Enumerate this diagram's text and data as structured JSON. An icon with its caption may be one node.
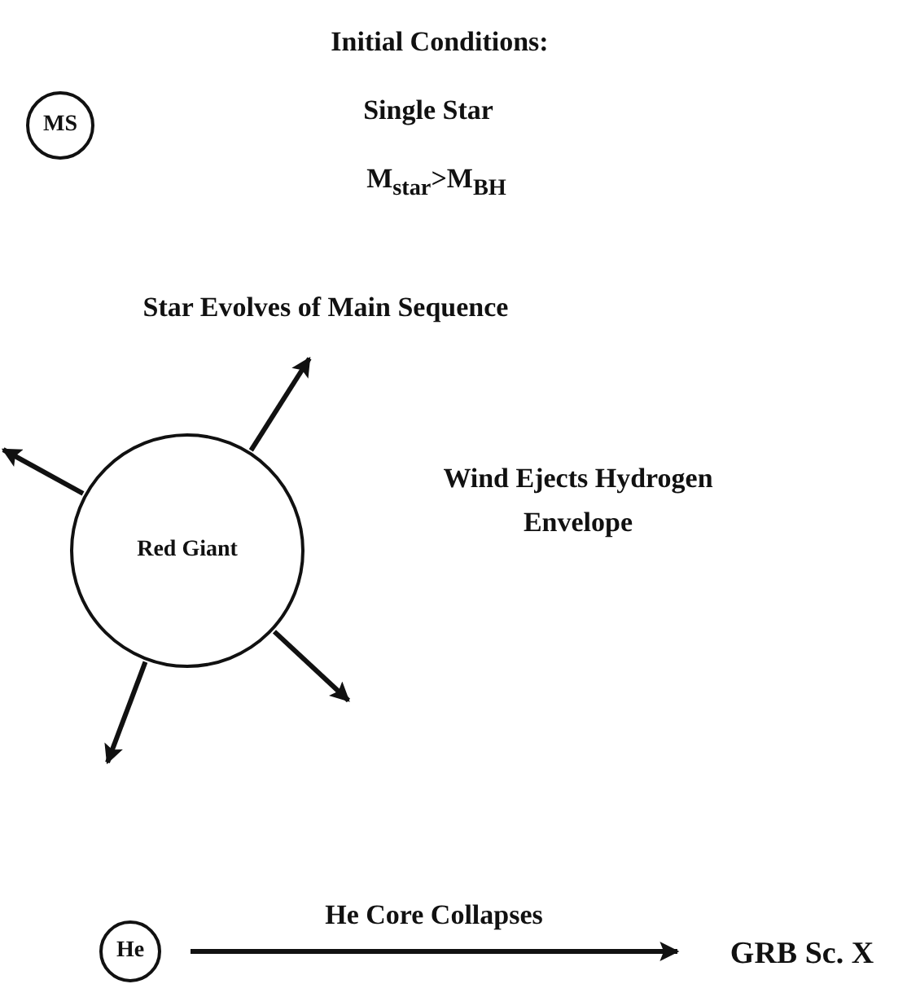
{
  "diagram": {
    "nodes": [
      {
        "text": [
          "MS"
        ]
      },
      {
        "text": [
          "Red Giant"
        ]
      },
      {
        "text": [
          "He"
        ]
      },
      {
        "text": [
          "GRB Sc. X"
        ]
      }
    ],
    "edges": [
      {
        "from": 1,
        "to": null,
        "arrow": "to"
      },
      {
        "from": 1,
        "to": null,
        "arrow": "to"
      },
      {
        "from": 1,
        "to": null,
        "arrow": "to"
      },
      {
        "from": 1,
        "to": null,
        "arrow": "to"
      },
      {
        "from": 2,
        "to": 3,
        "arrow": "to",
        "label": "He Core Collapses"
      }
    ],
    "labels": [
      "Initial Conditions:",
      "Single Star",
      "M$_{star}$>M$_{BH}$",
      "Star Evolves of Main Sequence",
      "Wind Ejects Hydrogen Envelope"
    ]
  }
}
